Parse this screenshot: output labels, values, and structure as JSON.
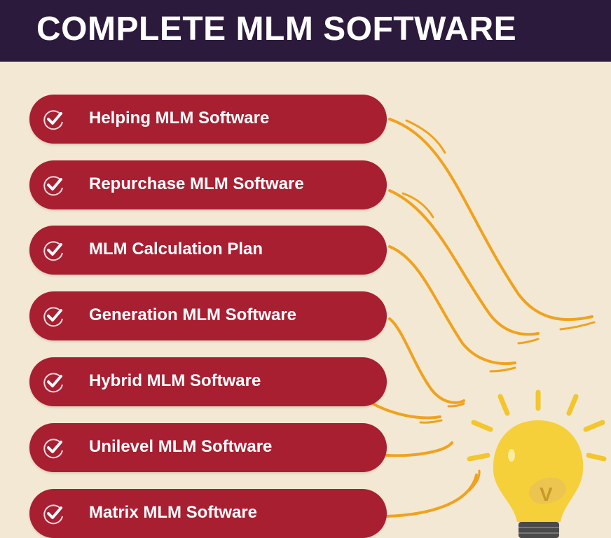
{
  "header": {
    "title": "COMPLETE MLM SOFTWARE"
  },
  "items": [
    {
      "label": "Helping MLM Software"
    },
    {
      "label": "Repurchase MLM Software"
    },
    {
      "label": "MLM Calculation Plan"
    },
    {
      "label": "Generation MLM Software"
    },
    {
      "label": "Hybrid MLM Software"
    },
    {
      "label": "Unilevel MLM Software"
    },
    {
      "label": "Matrix MLM Software"
    }
  ],
  "colors": {
    "header": "#2c1a3c",
    "background": "#f3e8d3",
    "pill": "#a81f31",
    "lines": "#f0a21e",
    "bulb": "#f5d03a"
  },
  "logo": {
    "text": "V"
  }
}
